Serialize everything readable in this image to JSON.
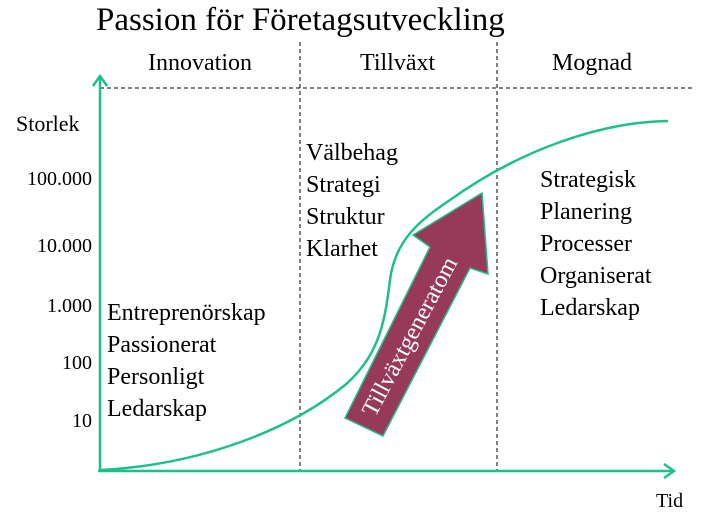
{
  "title": "Passion för Företagsutveckling",
  "phases": [
    "Innovation",
    "Tillväxt",
    "Mognad"
  ],
  "y_axis": {
    "label": "Storlek",
    "ticks": [
      "100.000",
      "10.000",
      "1.000",
      "100",
      "10"
    ]
  },
  "x_axis": {
    "label": "Tid"
  },
  "innovation_traits": [
    "Entreprenörskap",
    "Passionerat",
    "Personligt",
    "Ledarskap"
  ],
  "growth_traits": [
    "Välbehag",
    "Strategi",
    "Struktur",
    "Klarhet"
  ],
  "maturity_traits": [
    "Strategisk",
    "Planering",
    "Processer",
    "Organiserat",
    "Ledarskap"
  ],
  "arrow_label": "Tillväxtgeneratom",
  "colors": {
    "curve": "#1fbf8a",
    "arrow": "#973a5a"
  }
}
